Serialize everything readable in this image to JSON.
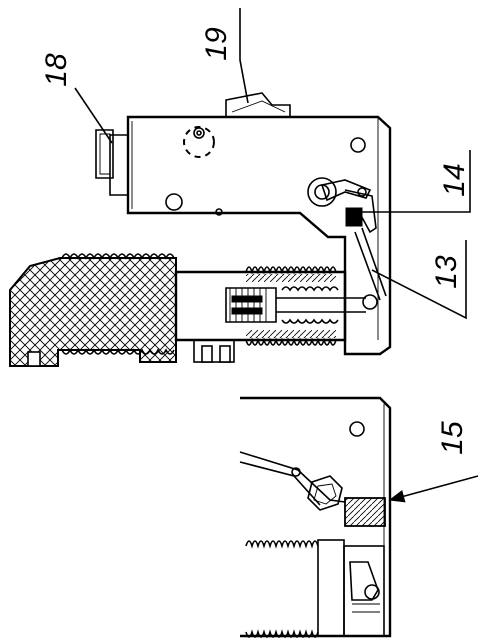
{
  "callouts": {
    "c18": "18",
    "c19": "19",
    "c14": "14",
    "c13": "13",
    "c15": "15"
  },
  "colors": {
    "ink": "#000000",
    "paper": "#ffffff"
  }
}
